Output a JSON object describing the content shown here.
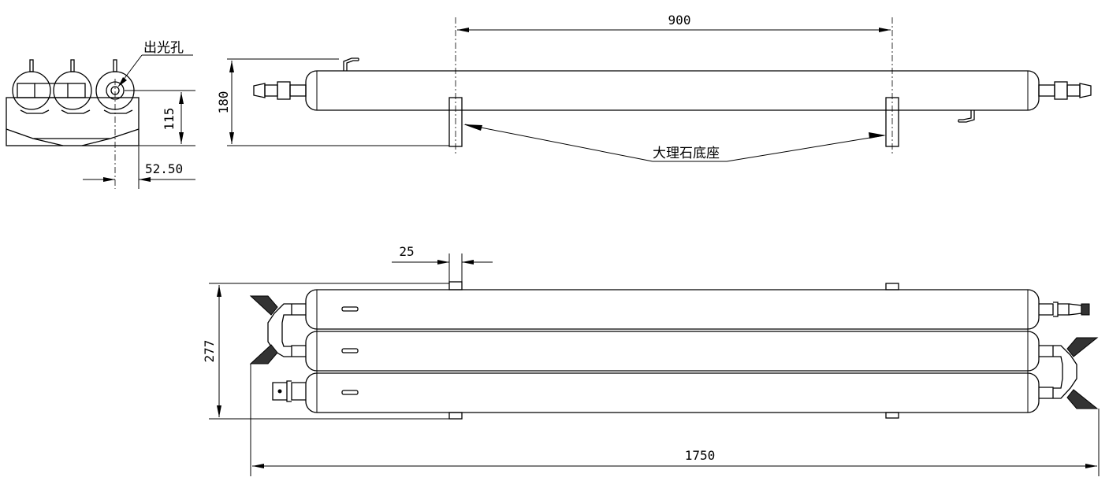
{
  "side_view": {
    "label_outlet": "出光孔",
    "dim_height": "115",
    "dim_offset": "52.50"
  },
  "top_view": {
    "dim_span": "900",
    "dim_height": "180",
    "label_base": "大理石底座"
  },
  "bottom_view": {
    "dim_support": "25",
    "dim_height": "277",
    "dim_length": "1750"
  }
}
